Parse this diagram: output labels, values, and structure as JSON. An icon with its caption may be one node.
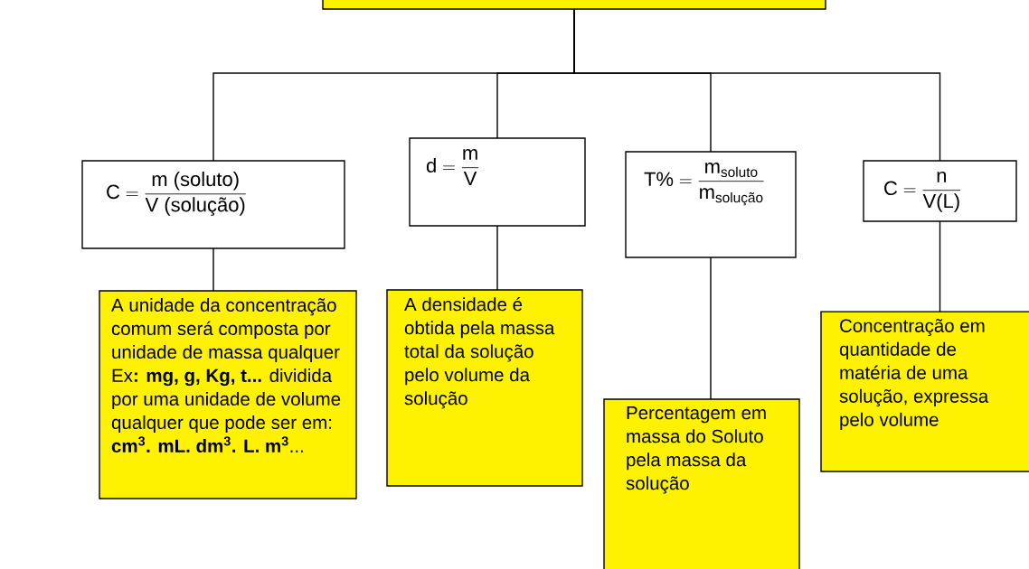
{
  "diagram": {
    "nodes": [
      {
        "text": [],
        "shape": "box"
      },
      {
        "text": [
          "\\text{C} = \\frac{\\text{m (soluto)}}{\\text{V (solução)}}"
        ]
      },
      {
        "text": [
          "\\text{d} = \\frac{\\text{m}}{\\text{V}}"
        ]
      },
      {
        "text": [
          "\\text{T\\%} = \\frac{\\text{m}_{\\text{soluto}}}{\\text{m}_{\\text{solução}}}"
        ]
      },
      {
        "text": [
          "\\text{C} = \\frac{\\text{n}}{\\text{V(L)}}"
        ]
      },
      {
        "text": [
          "A unidade da concentração comum será composta por unidade de massa qualquer Ex**: mg, g, Kg, t...** dividida por uma unidade de volume qualquer que pode ser em: **cm$^{3}$. mL. dm$^{3}$. L. m$^{3}$**..."
        ]
      },
      {
        "text": [
          "A densidade é obtida pela massa total da solução pelo volume da solução"
        ]
      },
      {
        "text": [
          "Percentagem em massa do Soluto pela massa da solução"
        ]
      },
      {
        "text": [
          "Concentração em quantidade de matéria de uma solução, expressa pelo volume"
        ]
      }
    ],
    "edges": [
      {
        "from": 0,
        "to": 1,
        "arrow": "none"
      },
      {
        "from": 0,
        "to": 2,
        "arrow": "none"
      },
      {
        "from": 0,
        "to": 3,
        "arrow": "none"
      },
      {
        "from": 0,
        "to": 4,
        "arrow": "none"
      },
      {
        "from": 1,
        "to": 5,
        "arrow": "none"
      },
      {
        "from": 2,
        "to": 6,
        "arrow": "none"
      },
      {
        "from": 3,
        "to": 7,
        "arrow": "none"
      },
      {
        "from": 4,
        "to": 8,
        "arrow": "none"
      }
    ]
  }
}
